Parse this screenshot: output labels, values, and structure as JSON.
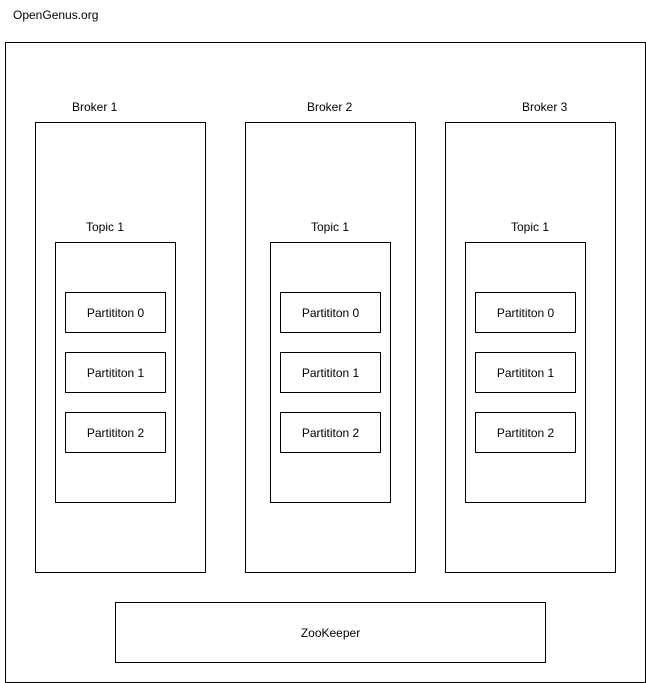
{
  "site": "OpenGenus.org",
  "brokers": [
    {
      "label": "Broker 1",
      "topic": "Topic 1",
      "partitions": [
        "Partititon 0",
        "Partititon 1",
        "Partititon 2"
      ]
    },
    {
      "label": "Broker 2",
      "topic": "Topic 1",
      "partitions": [
        "Partititon 0",
        "Partititon 1",
        "Partititon 2"
      ]
    },
    {
      "label": "Broker 3",
      "topic": "Topic 1",
      "partitions": [
        "Partititon 0",
        "Partititon 1",
        "Partititon 2"
      ]
    }
  ],
  "zookeeper": "ZooKeeper",
  "colors": {
    "stroke": "#000000",
    "fill": "#ffffff",
    "text": "#000000"
  }
}
